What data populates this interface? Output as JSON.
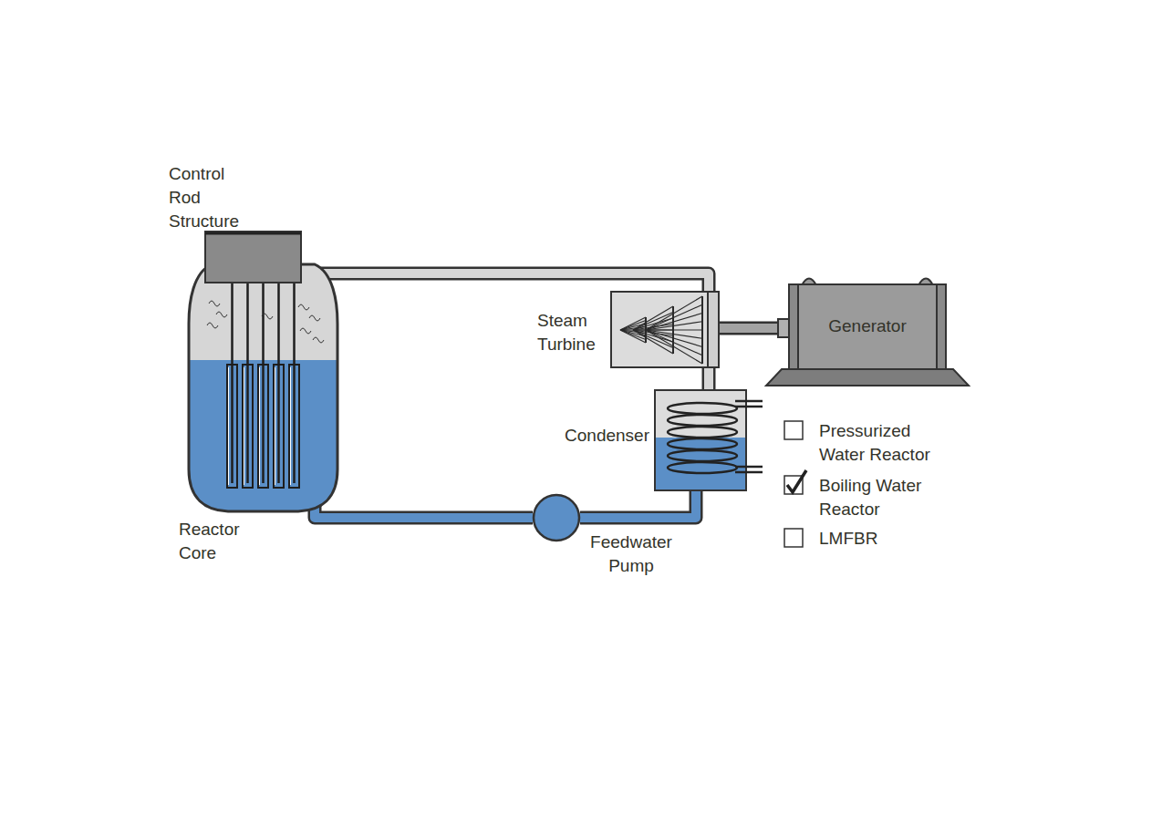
{
  "diagram": {
    "nodes": [
      {
        "text": [
          "Control Rod Structure"
        ]
      },
      {
        "text": [
          "Reactor Core"
        ]
      },
      {
        "text": [
          "Steam Turbine"
        ]
      },
      {
        "text": [
          "Generator"
        ]
      },
      {
        "text": [
          "Condenser"
        ]
      },
      {
        "text": [
          "Feedwater Pump"
        ]
      }
    ],
    "edges": [
      {
        "from": 1,
        "to": 2,
        "arrow": "none"
      },
      {
        "from": 2,
        "to": 3,
        "arrow": "none"
      },
      {
        "from": 2,
        "to": 4,
        "arrow": "none"
      },
      {
        "from": 4,
        "to": 5,
        "arrow": "none"
      },
      {
        "from": 5,
        "to": 1,
        "arrow": "none"
      }
    ],
    "labels": [
      "Pressurized Water Reactor",
      "Boiling Water Reactor",
      "LMFBR"
    ]
  }
}
